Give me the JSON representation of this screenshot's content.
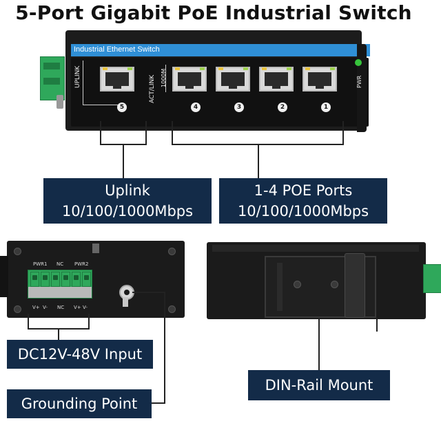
{
  "title": "5-Port Gigabit PoE Industrial Switch",
  "device": {
    "band_label": "Industrial Ethernet Switch",
    "uplink_label": "UPLINK",
    "actlink_label": "ACT/LINK",
    "speed_label": "1000M",
    "pwr_label": "PWR",
    "port_numbers": [
      "5",
      "4",
      "3",
      "2",
      "1"
    ]
  },
  "callouts": {
    "uplink_line1": "Uplink",
    "uplink_line2": "10/100/1000Mbps",
    "poe_line1": "1-4 POE Ports",
    "poe_line2": "10/100/1000Mbps",
    "dc_input": "DC12V-48V Input",
    "grounding": "Grounding Point",
    "din_rail": "DIN-Rail Mount"
  },
  "side_panel": {
    "pwr1": "PWR1",
    "nc": "NC",
    "pwr2": "PWR2",
    "v1": "V+",
    "vm1": "V-",
    "nc_bottom": "NC",
    "v2": "V+",
    "vm2": "V-"
  },
  "colors": {
    "navy": "#132b48",
    "blue_band": "#2f8fd6",
    "terminal_green": "#2fa85b",
    "device_body": "#1c1c1c"
  }
}
